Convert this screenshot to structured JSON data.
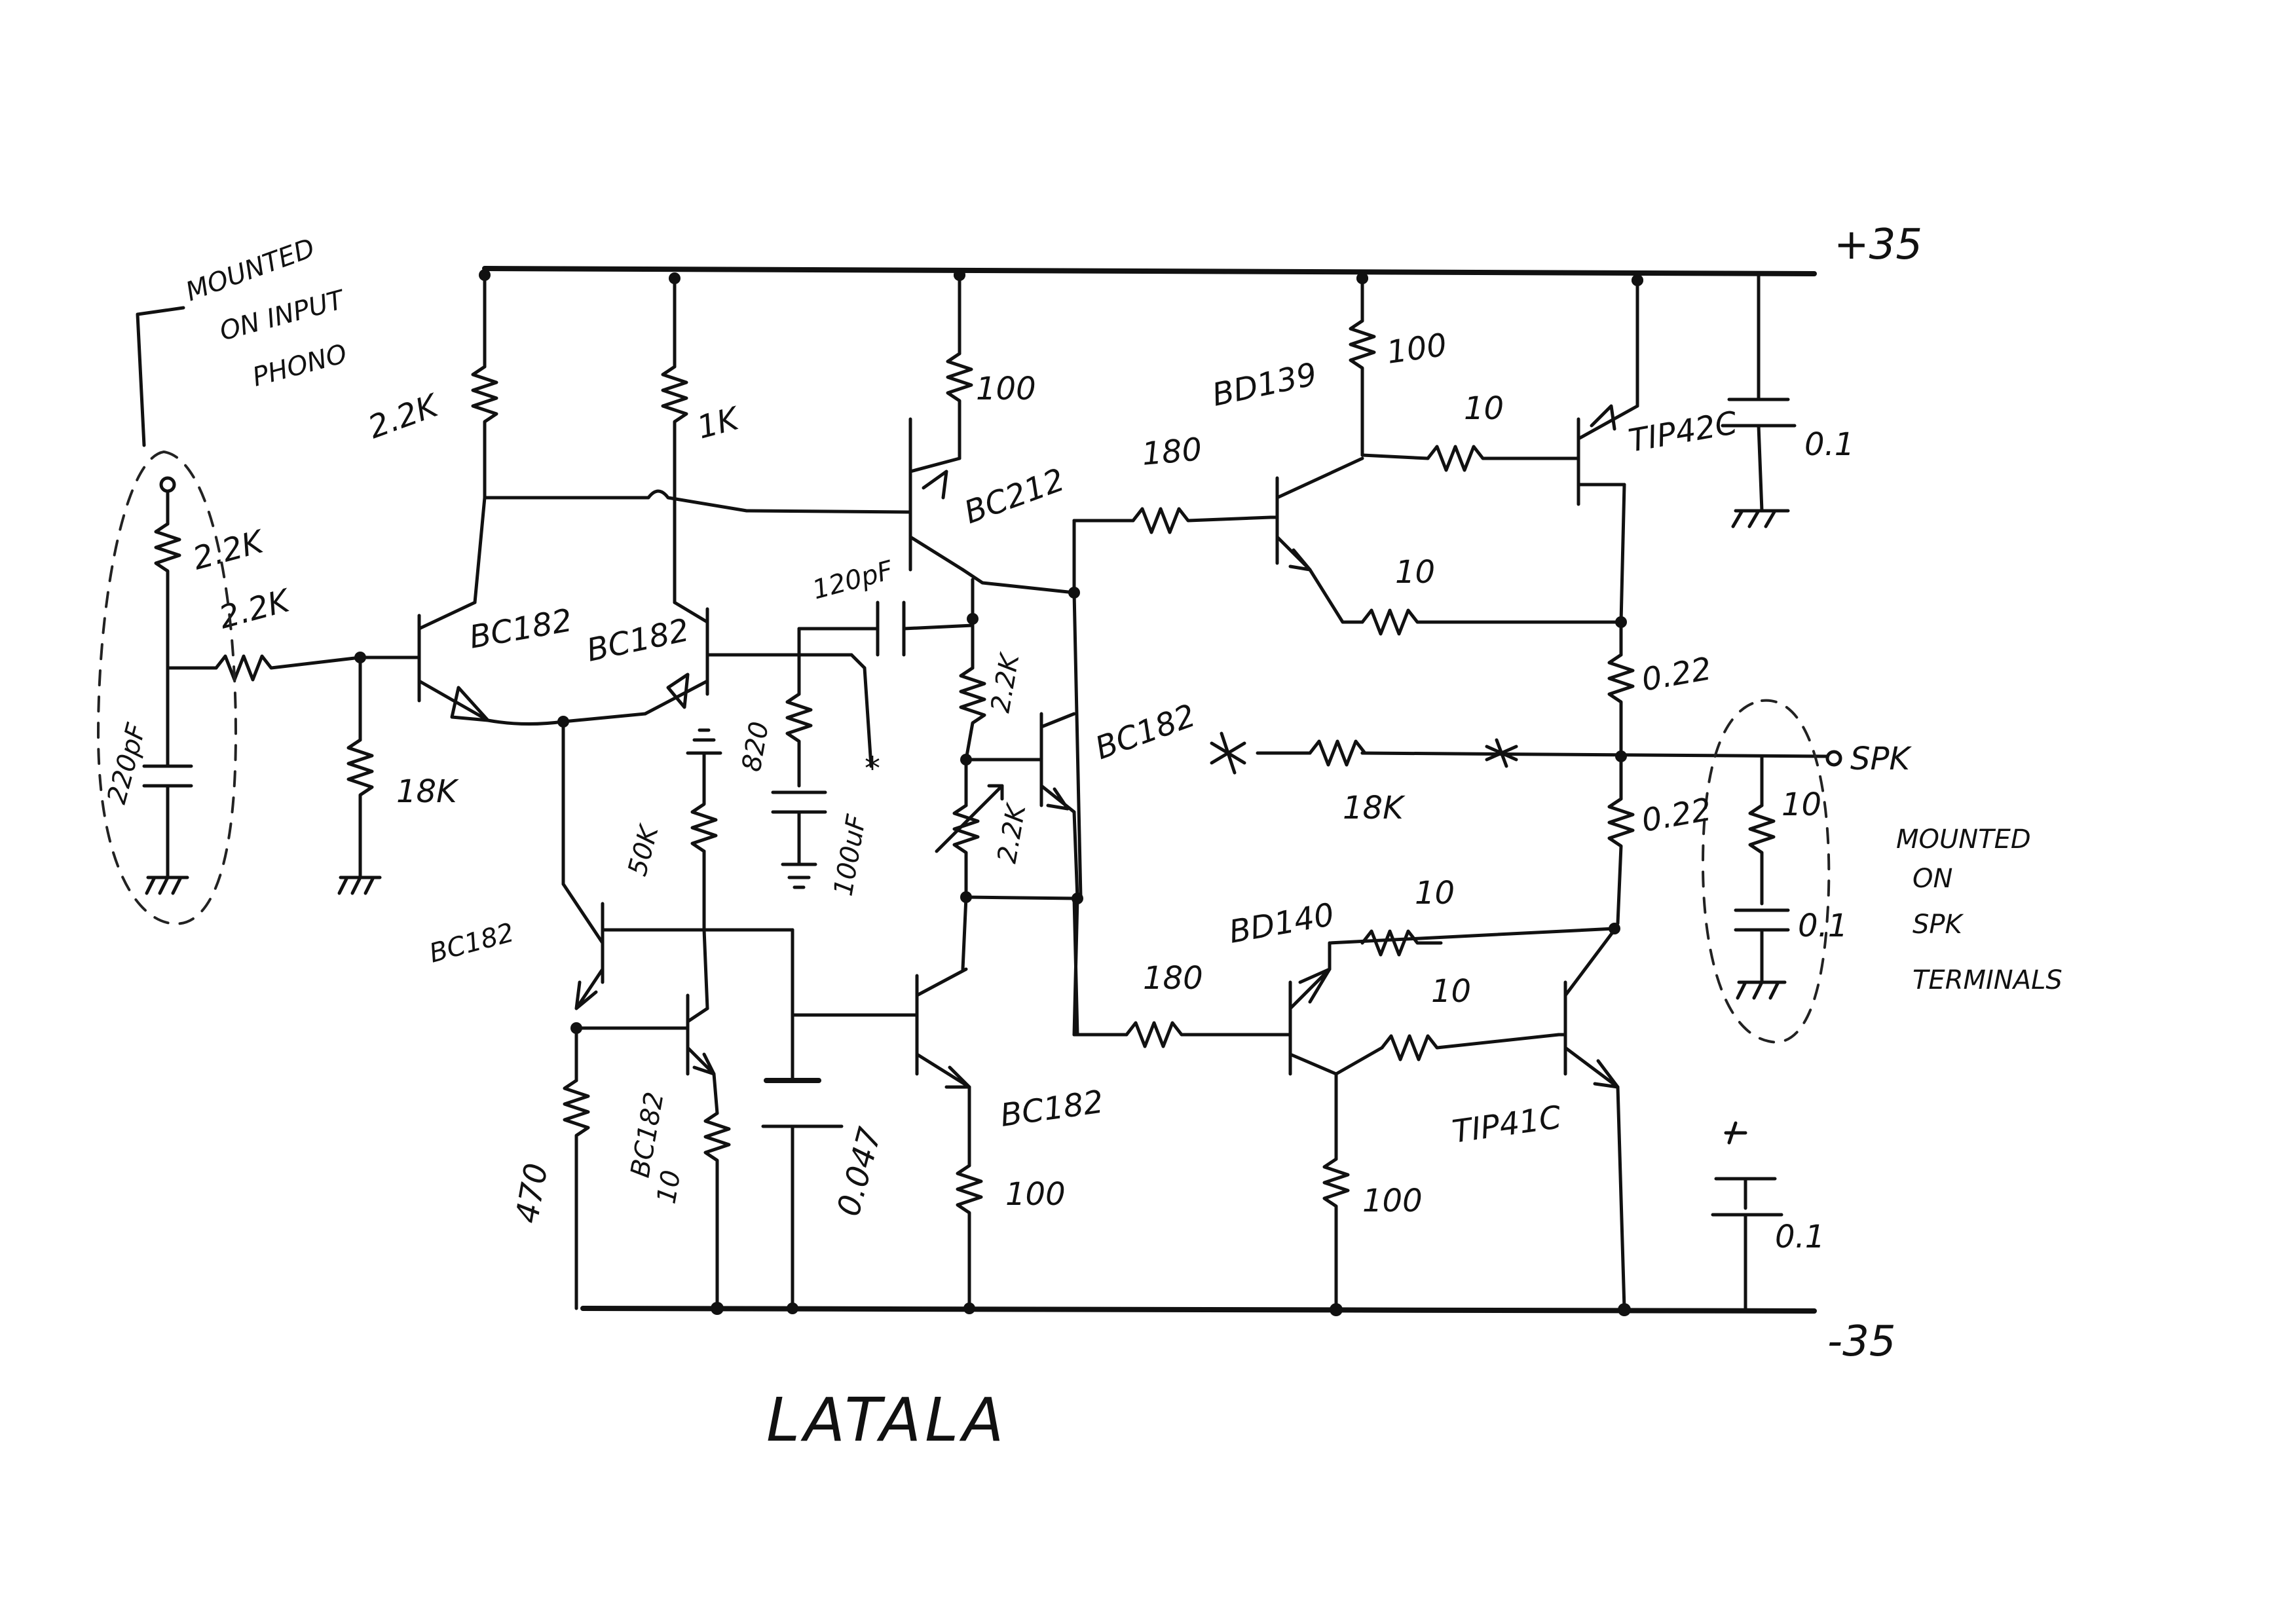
{
  "supply": {
    "positive": "+35",
    "negative": "-35"
  },
  "notes": {
    "input_mount_lines": [
      "MOUNTED",
      "ON INPUT",
      "PHONO"
    ],
    "speaker_mount_lines": [
      "MOUNTED",
      "ON",
      "SPK",
      "TERMINALS"
    ],
    "author": "LATALA"
  },
  "terminals": {
    "speaker": "SPK"
  },
  "components": {
    "r_input_series": "2.2K",
    "r_input_shunt": "2.2K",
    "c_input": "220pF",
    "r_base_bias": "18K",
    "r_ltp_load_left": "2.2K",
    "r_ltp_load_right": "1K",
    "q_ltp_left": "BC182",
    "q_ltp_right": "BC182",
    "r_vas_emitter": "100",
    "q_vas": "BC212",
    "c_miller": "120pF",
    "r_feedback_shunt": "820",
    "c_feedback": "100uF",
    "r_vbe_upper": "2.2K",
    "r_vbe_pot": "2.2K",
    "q_vbe": "BC182",
    "r_ccs_bias": "50K",
    "q_ccs": "BC182",
    "r_ccs_emitter": "470",
    "q_ccs_ref": "BC182",
    "r_ccs_ref": "10",
    "c_ccs": "0.047",
    "q_vas_lower": "BC182",
    "r_vas_lower_emitter": "100",
    "q_driver_top": "BD139",
    "r_driver_top_base": "180",
    "r_driver_top_collector": "100",
    "r_driver_top_out": "10",
    "r_driver_top_emitter": "10",
    "q_output_top": "TIP42C",
    "c_rail_top": "0.1",
    "r_emitter_top": "0.22",
    "r_feedback": "18K",
    "r_emitter_bottom": "0.22",
    "r_zobel": "10",
    "c_zobel": "0.1",
    "q_driver_bottom": "BD140",
    "r_driver_bottom_base": "180",
    "r_driver_bottom_out": "10",
    "r_driver_bottom_emitter": "10",
    "r_driver_bottom_collector": "100",
    "q_output_bottom": "TIP41C",
    "c_rail_bottom": "0.1"
  }
}
